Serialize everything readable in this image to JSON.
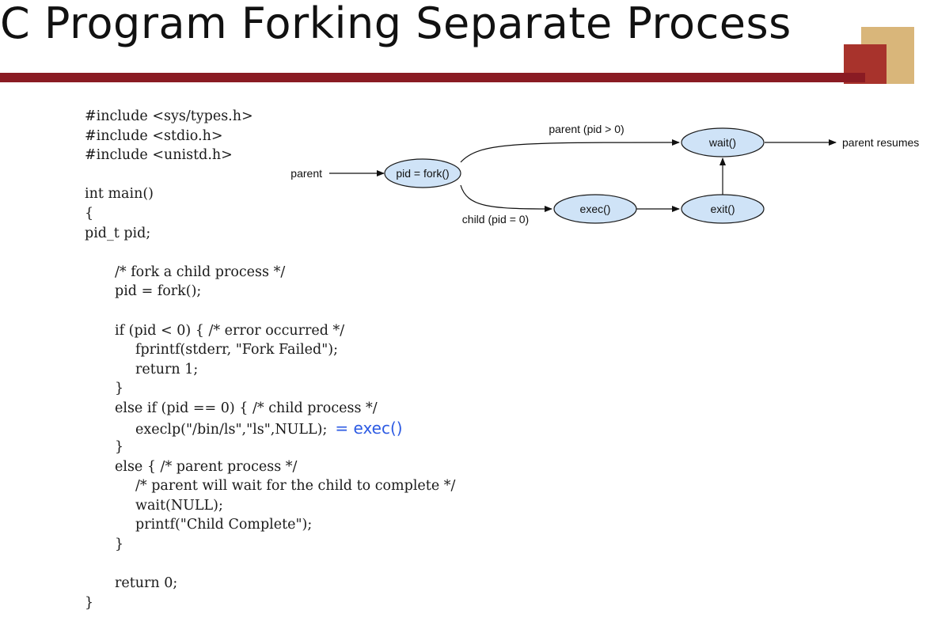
{
  "slide": {
    "title": "C Program Forking Separate Process",
    "colors": {
      "title_bar": "#8a1b23",
      "deco_tan": "#d9b67a",
      "deco_red": "#a8332c",
      "annotation": "#2d5be3"
    }
  },
  "code": {
    "lines": [
      "#include <sys/types.h>",
      "#include <stdio.h>",
      "#include <unistd.h>",
      "",
      "int main()",
      "{",
      "pid_t pid;",
      "",
      "/* fork a child process */",
      "pid = fork();",
      "",
      "if (pid < 0) { /* error occurred */",
      "fprintf(stderr, \"Fork Failed\");",
      "return 1;",
      "}",
      "else if (pid == 0) { /* child process */",
      "execlp(\"/bin/ls\",\"ls\",NULL);",
      "}",
      "else { /* parent process */",
      "/* parent will wait for the child to complete */",
      "wait(NULL);",
      "printf(\"Child Complete\");",
      "}",
      "",
      "return 0;",
      "}"
    ],
    "exec_annotation": "= exec()"
  },
  "diagram": {
    "nodes": {
      "fork": "pid = fork()",
      "wait": "wait()",
      "exec": "exec()",
      "exit": "exit()"
    },
    "labels": {
      "parent": "parent",
      "parent_branch": "parent (pid > 0)",
      "child_branch": "child (pid = 0)",
      "parent_resumes": "parent resumes"
    }
  }
}
